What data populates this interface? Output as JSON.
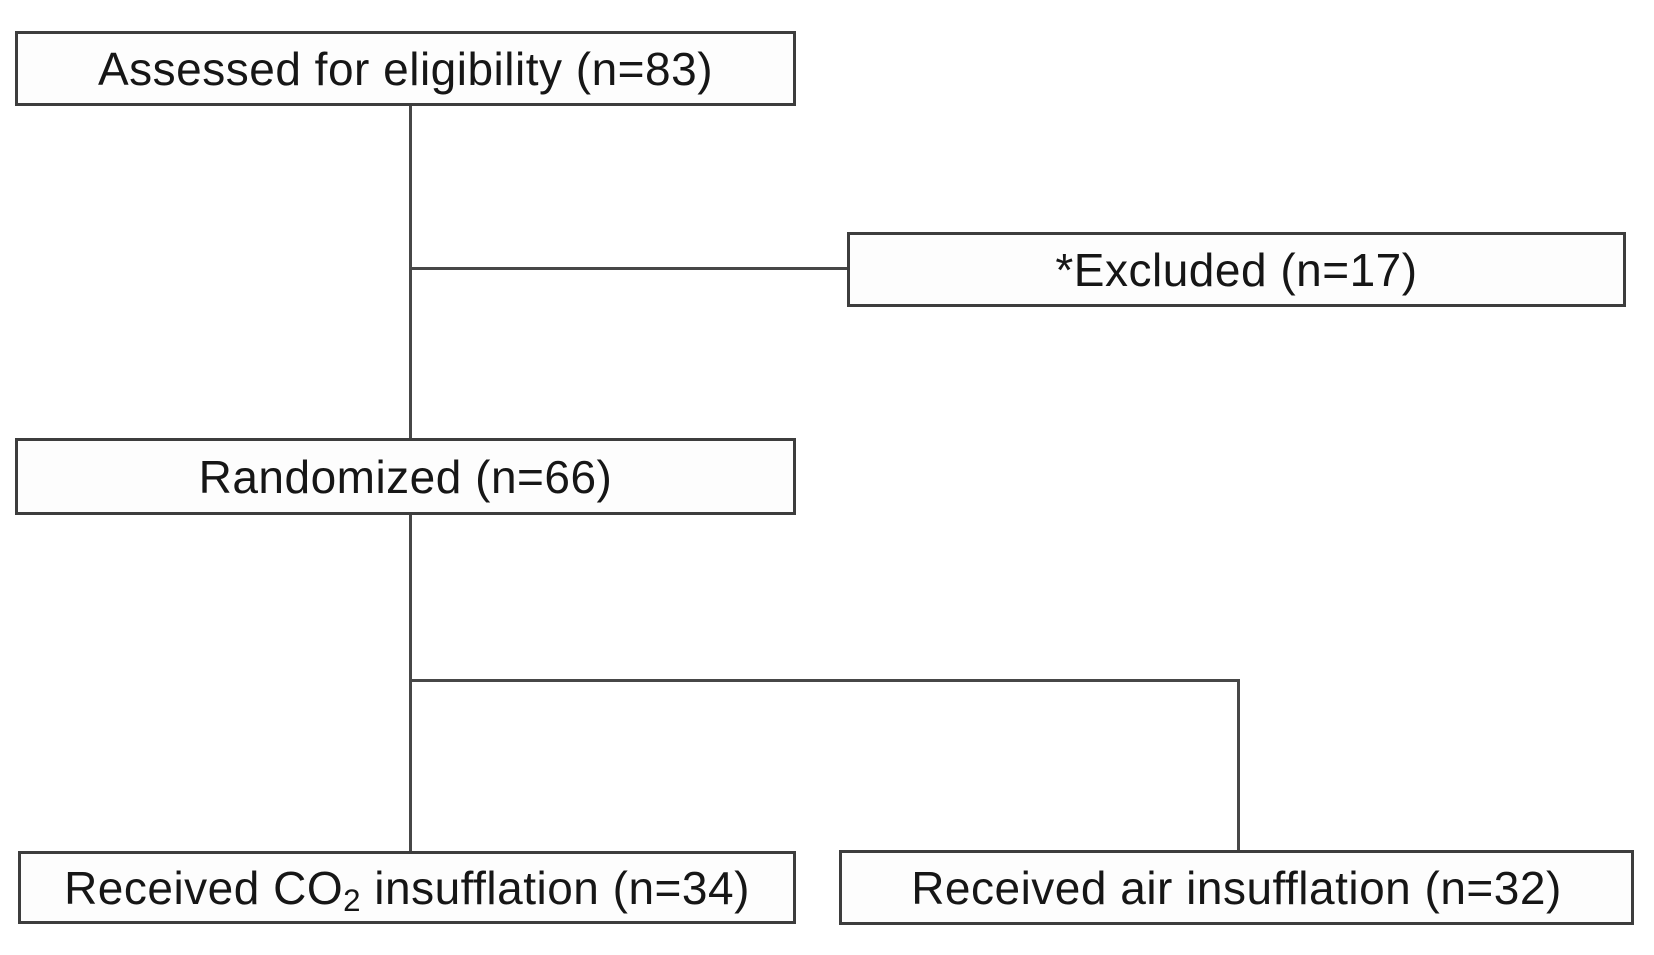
{
  "figure": {
    "type": "flowchart",
    "background_color": "#ffffff",
    "box_border_color": "#3d3d3d",
    "connector_color": "#474747",
    "text_color": "#161616",
    "nodes": {
      "assessed": {
        "label": "Assessed for eligibility (n=83)"
      },
      "excluded": {
        "label": "*Excluded (n=17)"
      },
      "randomized": {
        "label": "Randomized (n=66)"
      },
      "co2": {
        "label_prefix": "Received CO",
        "label_subscript": "2",
        "label_suffix": " insufflation (n=34)"
      },
      "air": {
        "label": "Received air insufflation (n=32)"
      }
    },
    "edges": [
      {
        "from": "assessed",
        "to": "randomized"
      },
      {
        "from": "assessed",
        "to": "excluded"
      },
      {
        "from": "randomized",
        "to": "co2"
      },
      {
        "from": "randomized",
        "to": "air"
      }
    ]
  }
}
